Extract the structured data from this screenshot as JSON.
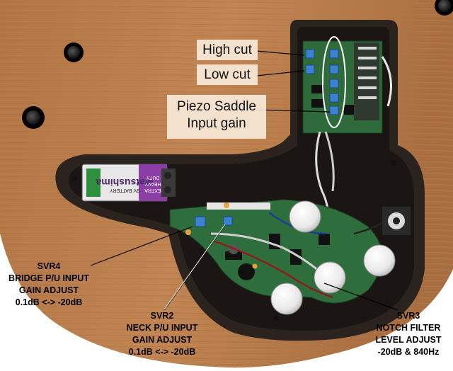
{
  "callouts": {
    "high_cut": "High cut",
    "low_cut": "Low cut",
    "piezo_line1": "Piezo Saddle",
    "piezo_line2": "Input gain"
  },
  "battery": {
    "brand": "Matsushima",
    "type": "9V BATTERY",
    "duty_line1": "EXTRA",
    "duty_line2": "HEAVY",
    "duty_line3": "DUTY"
  },
  "labels": {
    "svr4": {
      "line1": "SVR4",
      "line2": "BRIDGE P/U INPUT",
      "line3": "GAIN ADJUST",
      "line4": "0.1dB <-> -20dB"
    },
    "svr2": {
      "line1": "SVR2",
      "line2": "NECK P/U INPUT",
      "line3": "GAIN ADJUST",
      "line4": "0.1dB <-> -20dB"
    },
    "svr3": {
      "line1": "SVR3",
      "line2": "NOTCH FILTER",
      "line3": "LEVEL ADJUST",
      "line4": "-20dB & 840Hz"
    }
  },
  "colors": {
    "wood": "#B77A48",
    "cavity": "#2A221D",
    "pcb": "#2E6E3C",
    "trimmer": "#3C82D2",
    "callout_bg": "#F6E8D6"
  }
}
